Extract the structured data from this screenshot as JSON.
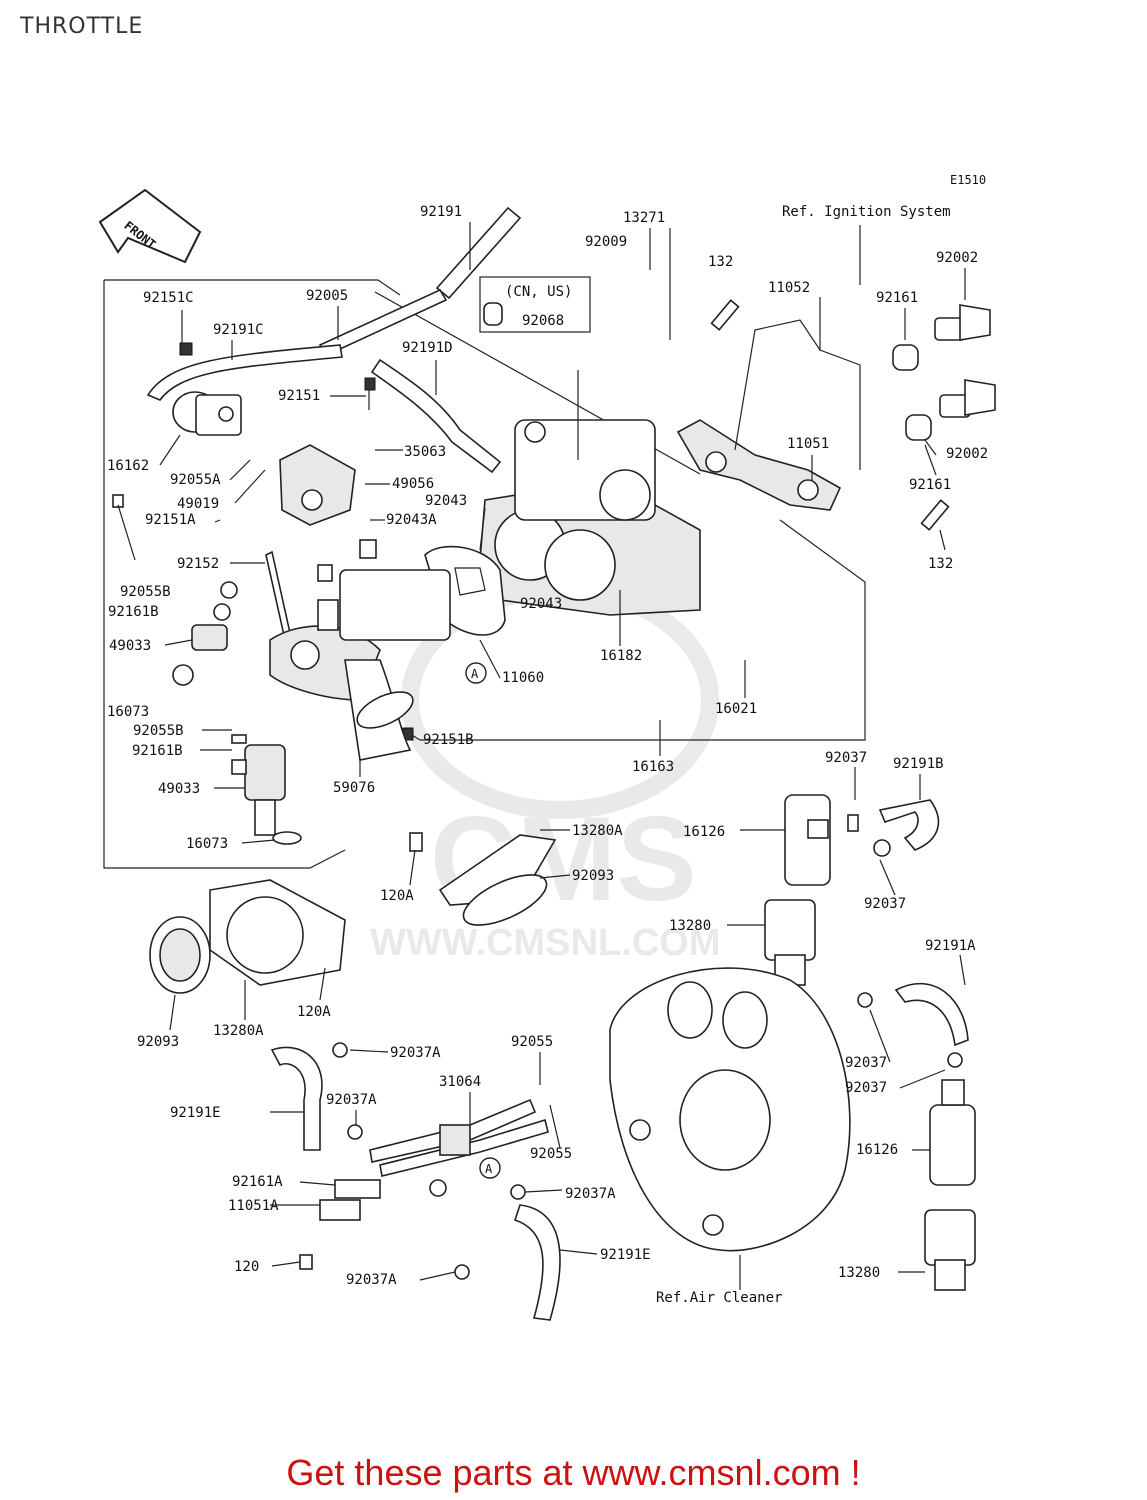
{
  "page": {
    "title": "THROTTLE"
  },
  "diagram": {
    "code": "E1510",
    "front_label": "FRONT",
    "variant_box": "(CN, US)",
    "refs": {
      "ignition": "Ref. Ignition System",
      "air_cleaner": "Ref.Air Cleaner"
    },
    "circle_a": "A",
    "watermark": {
      "logo": "CMS",
      "url": "WWW.CMSNL.COM"
    },
    "callouts": [
      "92191",
      "13271",
      "92009",
      "92068",
      "132",
      "11052",
      "92161",
      "92002",
      "92151C",
      "92005",
      "92191C",
      "92191D",
      "92151",
      "35063",
      "16162",
      "92055A",
      "49019",
      "49056",
      "92043",
      "92151A",
      "92043A",
      "11051",
      "92152",
      "92055B",
      "92161B",
      "49033",
      "16073",
      "11060",
      "16182",
      "16021",
      "92055B",
      "92161B",
      "92151B",
      "16163",
      "59076",
      "49033",
      "16073",
      "92037",
      "92191B",
      "16126",
      "13280A",
      "92093",
      "120A",
      "13280",
      "92191A",
      "92093",
      "13280A",
      "120A",
      "92055",
      "92037A",
      "31064",
      "92191E",
      "92161A",
      "11051A",
      "120",
      "92037A",
      "92037A",
      "92191E",
      "16126",
      "13280",
      "92037",
      "92037",
      "92043",
      "132",
      "92002",
      "92161",
      "92055",
      "92037A",
      "92037"
    ]
  },
  "footer": {
    "cta": "Get these parts at www.cmsnl.com !"
  }
}
